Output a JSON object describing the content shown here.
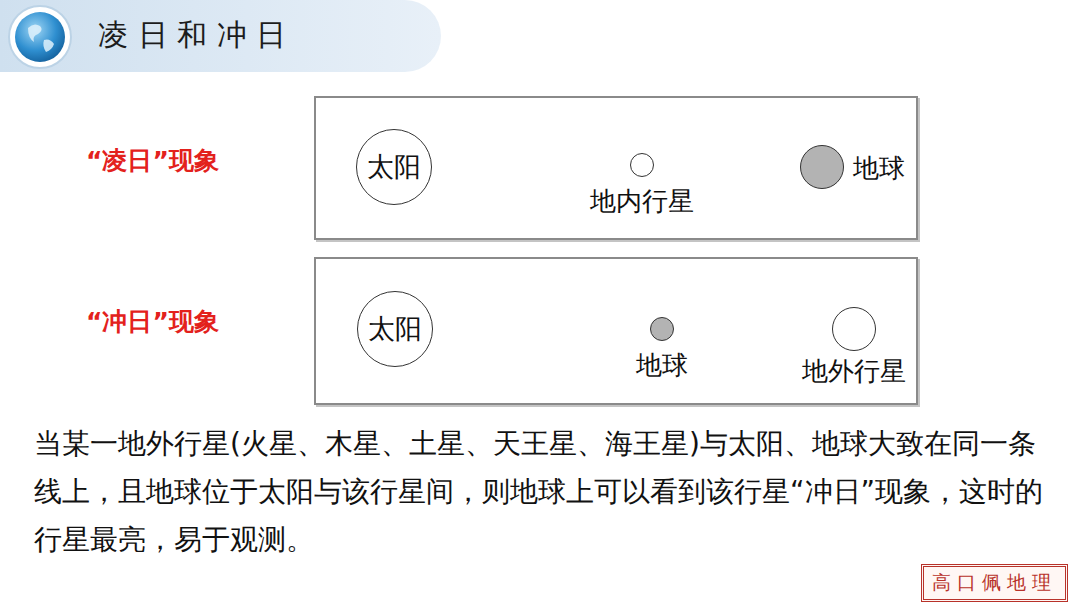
{
  "diagram": {
    "title": "凌 日 和 冲 日",
    "nodes": [
      {
        "text": [
          "“凌日”现象"
        ]
      },
      {
        "text": [
          "太阳"
        ],
        "in": 0
      },
      {
        "text": [
          "地内行星"
        ],
        "in": 0
      },
      {
        "text": [
          "地球"
        ],
        "in": 0
      },
      {
        "text": [
          "“冲日”现象"
        ]
      },
      {
        "text": [
          "太阳"
        ],
        "in": 4
      },
      {
        "text": [
          "地球"
        ],
        "in": 4
      },
      {
        "text": [
          "地外行星"
        ],
        "in": 4
      }
    ],
    "edges": [
      {
        "from": 1,
        "to": 2,
        "arrow": "none"
      },
      {
        "from": 2,
        "to": 3,
        "arrow": "none"
      },
      {
        "from": 5,
        "to": 6,
        "arrow": "none"
      },
      {
        "from": 6,
        "to": 7,
        "arrow": "none"
      }
    ],
    "labels": [
      "当某一地外行星(火星、木星、土星、天王星、海王星)与太阳、地球大致在同一条线上，且地球位于太阳与该行星间，则地球上可以看到该行星“冲日”现象，这时的行星最亮，易于观测。",
      "高口佩地理"
    ]
  }
}
